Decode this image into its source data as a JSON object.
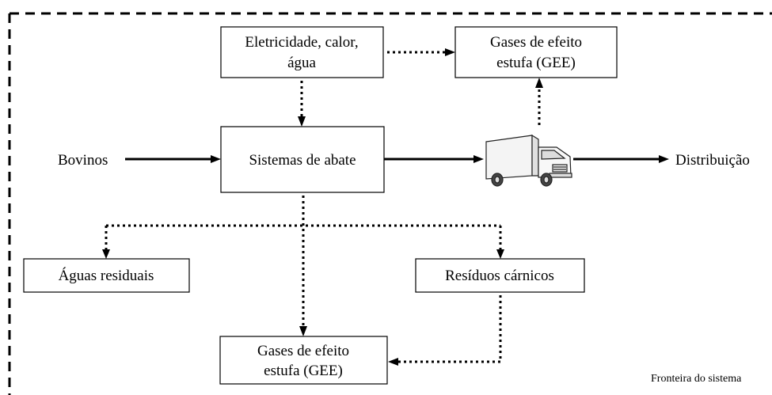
{
  "nodes": {
    "energy": {
      "line1": "Eletricidade, calor,",
      "line2": "água"
    },
    "ghg_top": {
      "line1": "Gases de efeito",
      "line2": "estufa (GEE)"
    },
    "slaughter": {
      "label": "Sistemas de abate"
    },
    "input": {
      "label": "Bovinos"
    },
    "output": {
      "label": "Distribuição"
    },
    "wastewater": {
      "label": "Águas residuais"
    },
    "meat_waste": {
      "label": "Resíduos cárnicos"
    },
    "ghg_bottom": {
      "line1": "Gases de efeito",
      "line2": "estufa (GEE)"
    }
  },
  "boundary": {
    "label": "Fronteira do sistema"
  },
  "icons": {
    "transport": "truck-icon"
  }
}
